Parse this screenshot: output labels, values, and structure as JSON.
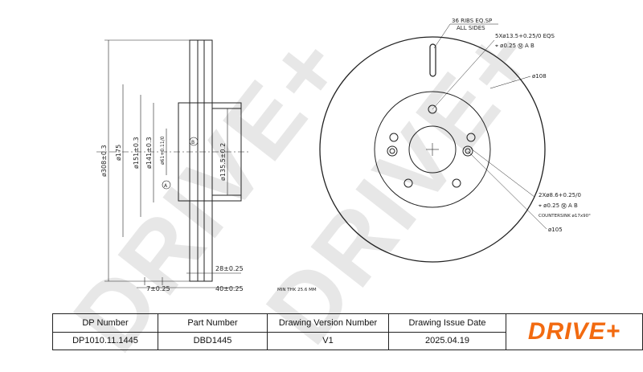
{
  "watermark": "DRIVE+",
  "side_view": {
    "dims": [
      "ø308±0.3",
      "ø175",
      "ø151±0.3",
      "ø141±0.3",
      "ø61+0.11/0",
      "ø135.5±0.2",
      "28±0.25",
      "7±0.25",
      "40±0.25"
    ],
    "datum_a": "A",
    "datum_b": "B",
    "min_thickness": "MIN THK 25.6 MM"
  },
  "front_view": {
    "ribs_note": "36 RIBS EQ.SP",
    "ribs_note2": "ALL SIDES",
    "bolt_holes": "5Xø13.5+0.25/0 EQS",
    "bolt_tol": "⌖ ø0.25 Ⓜ A B",
    "pcd": "ø108",
    "pilot_holes": "2Xø8.6+0.25/0",
    "pilot_tol": "⌖ ø0.25 Ⓜ A B",
    "countersink": "COUNTERSINK ø17x90°",
    "pilot_pcd": "ø105"
  },
  "title_block": {
    "headers": [
      "DP Number",
      "Part Number",
      "Drawing Version Number",
      "Drawing Issue Date"
    ],
    "values": [
      "DP1010.11.1445",
      "DBD1445",
      "V1",
      "2025.04.19"
    ],
    "logo": "DRIVE+",
    "logo_color": "#f26a10"
  }
}
